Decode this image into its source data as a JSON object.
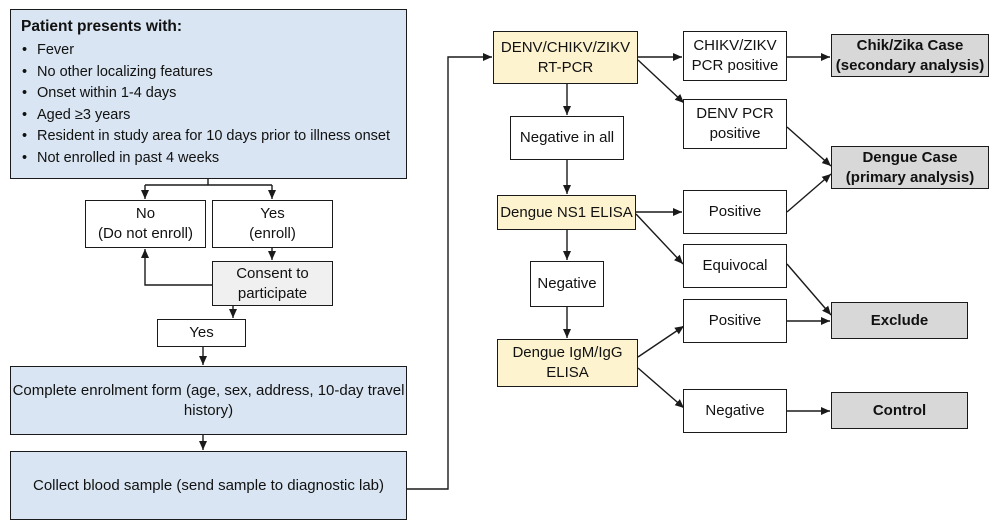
{
  "patient": {
    "title": "Patient presents with:",
    "criteria": [
      "Fever",
      "No other localizing features",
      "Onset within 1-4 days",
      "Aged ≥3 years",
      "Resident in study area for 10 days prior to illness onset",
      "Not enrolled in past 4 weeks"
    ]
  },
  "enrollment": {
    "no": "No\n(Do not enroll)",
    "yes": "Yes\n(enroll)",
    "consent": "Consent to\nparticipate",
    "consent_yes": "Yes",
    "form": "Complete enrolment form (age, sex, address, 10-day travel\nhistory)",
    "blood": "Collect blood sample (send sample to diagnostic lab)"
  },
  "tests": {
    "rtpcr": "DENV/CHIKV/ZIKV\nRT-PCR",
    "negative_all": "Negative in all",
    "ns1": "Dengue NS1 ELISA",
    "ns1_negative": "Negative",
    "igm": "Dengue IgM/IgG\nELISA"
  },
  "results": {
    "chikv_pos": "CHIKV/ZIKV\nPCR positive",
    "denv_pos": "DENV PCR\npositive",
    "ns1_pos": "Positive",
    "equivocal": "Equivocal",
    "igm_pos": "Positive",
    "igm_neg": "Negative"
  },
  "outcomes": {
    "chik_zika": "Chik/Zika Case\n(secondary analysis)",
    "dengue": "Dengue Case\n(primary analysis)",
    "exclude": "Exclude",
    "control": "Control"
  },
  "colors": {
    "enrollment_fill": "#d9e5f2",
    "test_fill": "#fdf3cf",
    "outcome_fill": "#d8d8d8",
    "consent_fill": "#f0f0f0",
    "line": "#1a1a1a"
  }
}
